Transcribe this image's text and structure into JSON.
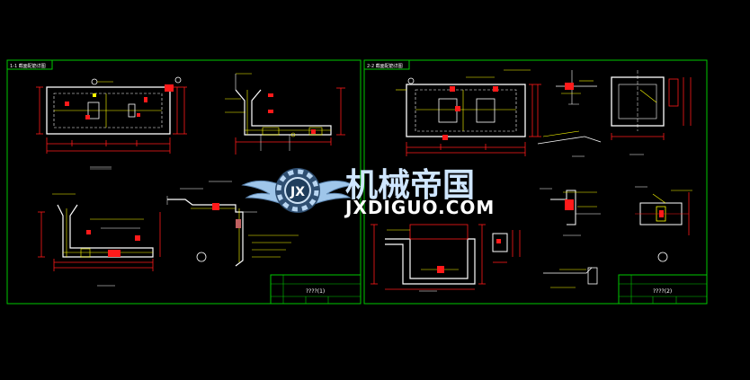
{
  "colors": {
    "background": "#000000",
    "frame": "#00c800",
    "outline": "#ffffff",
    "dimension": "#ff1a1a",
    "annotation": "#ffff00",
    "hatch": "#c06060",
    "watermark_text": "#cfe6ff"
  },
  "sheets": [
    {
      "header_label": "1-1 截面配筋详图",
      "title_block_name": "????(1)"
    },
    {
      "header_label": "2-2 截面配筋详图",
      "title_block_name": "????(2)"
    }
  ],
  "watermark": {
    "logo_letters": "JX",
    "text_cn": "机械帝国",
    "text_en": "JXDIGUO.COM"
  },
  "icons": [
    "gear-icon",
    "wing-icon"
  ]
}
